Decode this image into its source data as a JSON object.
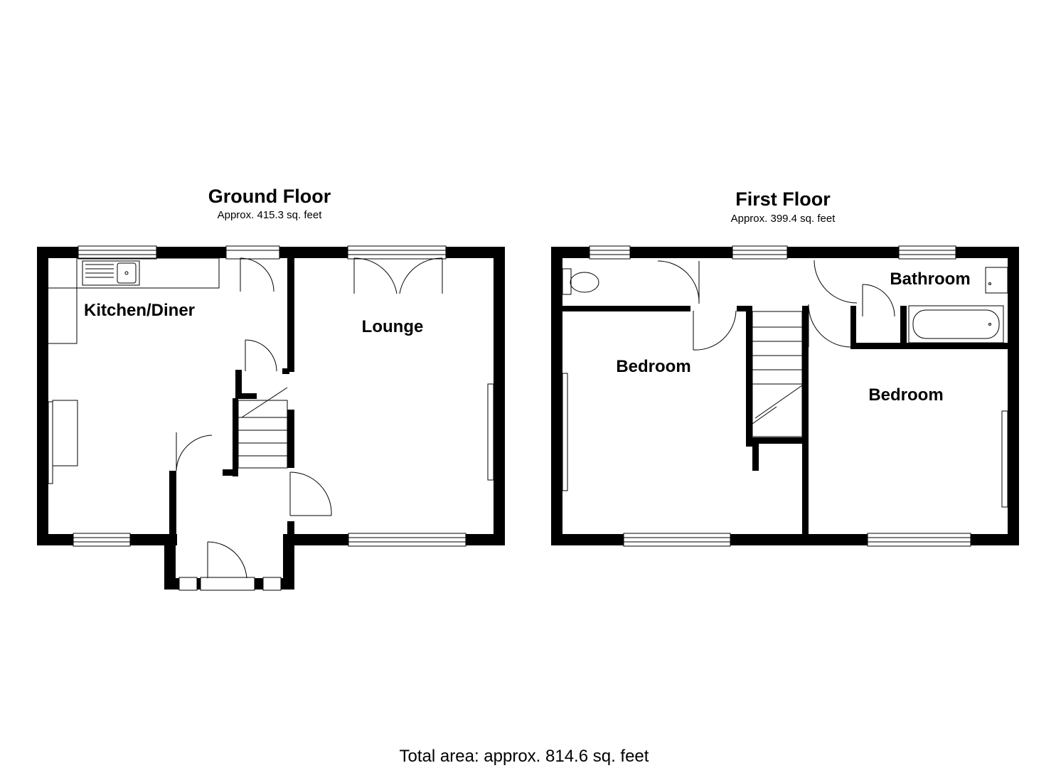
{
  "ground_floor": {
    "title": "Ground Floor",
    "area": "Approx. 415.3 sq. feet",
    "rooms": {
      "kitchen": "Kitchen/Diner",
      "lounge": "Lounge"
    }
  },
  "first_floor": {
    "title": "First Floor",
    "area": "Approx. 399.4 sq. feet",
    "rooms": {
      "bathroom": "Bathroom",
      "bedroom_left": "Bedroom",
      "bedroom_right": "Bedroom"
    }
  },
  "total_area": "Total area: approx. 814.6 sq. feet"
}
